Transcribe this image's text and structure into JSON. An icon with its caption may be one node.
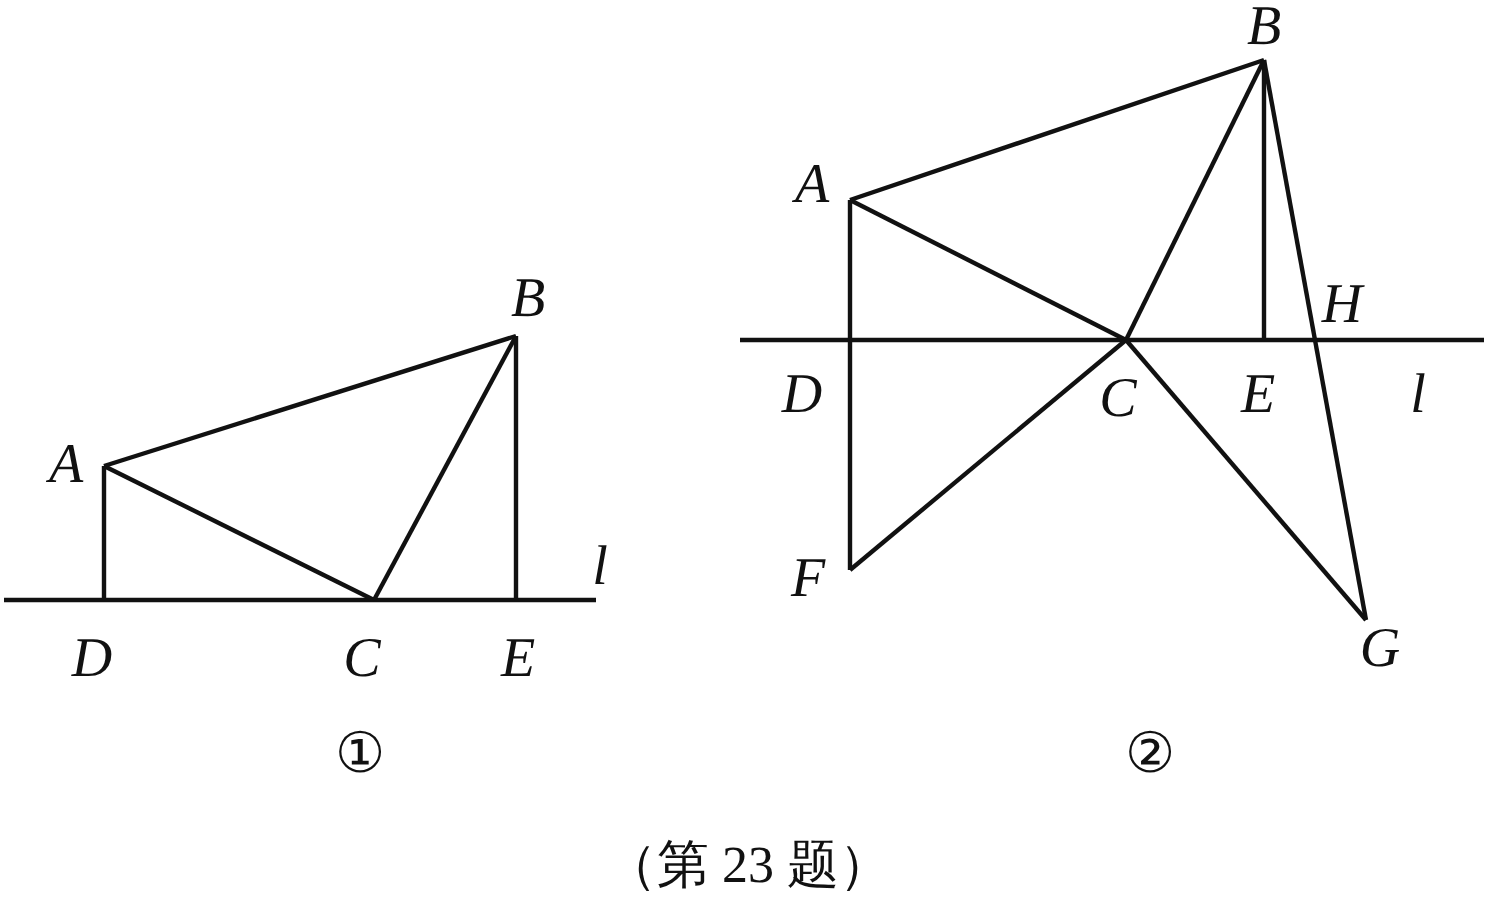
{
  "diagram": {
    "caption": "（第 23 题）",
    "labels": [
      "B",
      "A",
      "l",
      "D",
      "C",
      "E",
      "①",
      "B",
      "A",
      "H",
      "D",
      "C",
      "E",
      "l",
      "F",
      "G",
      "②"
    ]
  }
}
